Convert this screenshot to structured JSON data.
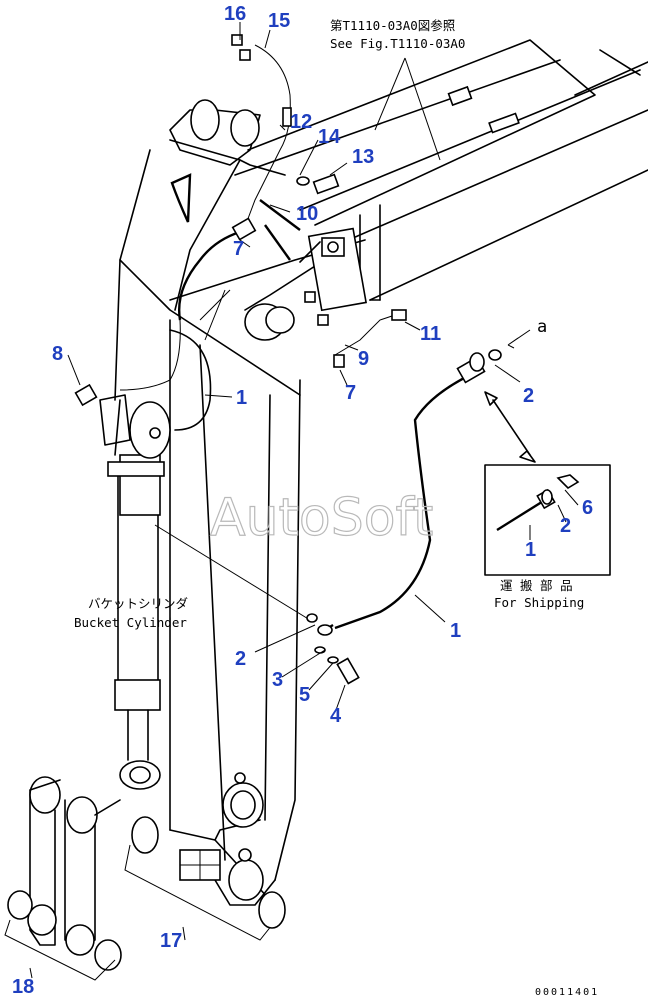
{
  "figure_id": "00011401",
  "watermark": "AutoSoft",
  "notes": {
    "ref_jp": "第T1110-03A0図参照",
    "ref_en": "See Fig.T1110-03A0",
    "bucket_jp": "バケットシリンダ",
    "bucket_en": "Bucket Cylinder",
    "ship_jp": "運 搬 部 品",
    "ship_en": "For Shipping",
    "arrow_a": "a"
  },
  "callouts": {
    "c16": "16",
    "c15": "15",
    "c12": "12",
    "c14": "14",
    "c13": "13",
    "c10": "10",
    "c7a": "7",
    "c11": "11",
    "c8": "8",
    "c9": "9",
    "c7b": "7",
    "c1a": "1",
    "c2a": "2",
    "c6": "6",
    "c2b": "2",
    "c1b": "1",
    "c1c": "1",
    "c2c": "2",
    "c3": "3",
    "c5": "5",
    "c4": "4",
    "c17": "17",
    "c18": "18"
  },
  "colors": {
    "callout": "#1f3fbf",
    "line": "#000000",
    "watermark": "#b9b9b9"
  }
}
